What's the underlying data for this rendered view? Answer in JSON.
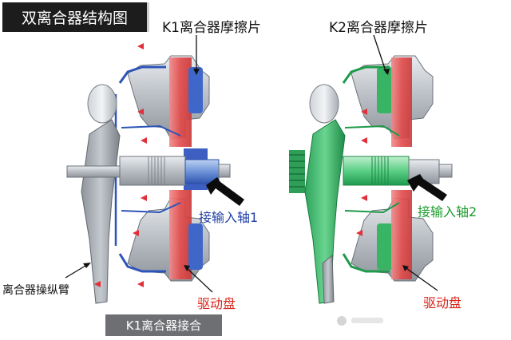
{
  "title": "双离合器结构图",
  "labels": {
    "k1_friction": "K1离合器摩擦片",
    "k2_friction": "K2离合器摩擦片",
    "input_shaft_1": "接输入轴1",
    "input_shaft_2": "接输入轴2",
    "drive_plate_left": "驱动盘",
    "drive_plate_right": "驱动盘",
    "clutch_arm": "离合器操纵臂",
    "k1_engaged": "K1离合器接合"
  },
  "colors": {
    "k1_accent": "#1f3fa6",
    "k2_accent": "#1a9a2a",
    "friction_red": "#e04a4a",
    "label_red": "#d9261c",
    "title_bg": "#1c1c1c",
    "caption_bg": "#6d6f73"
  }
}
